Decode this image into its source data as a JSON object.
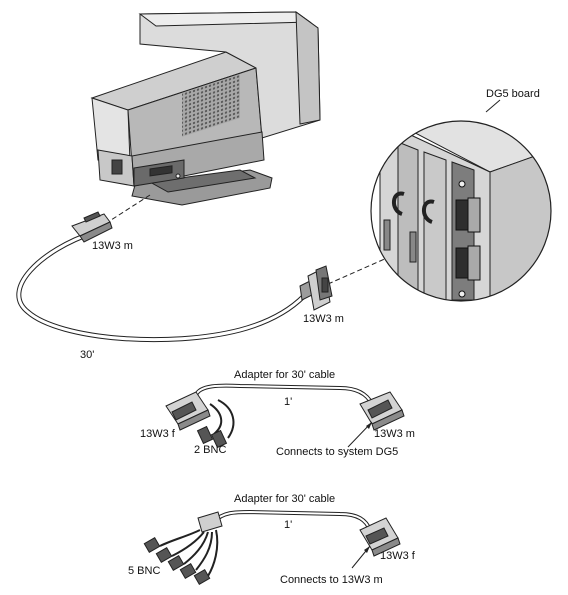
{
  "labels": {
    "dg5_board": "DG5 board",
    "monitor_connector": "13W3 m",
    "cable_far_connector": "13W3 m",
    "cable_length": "30'",
    "adapter1_title": "Adapter for 30' cable",
    "adapter1_length": "1'",
    "adapter1_left_connector": "13W3 f",
    "adapter1_bnc": "2 BNC",
    "adapter1_right_connector": "13W3 m",
    "adapter1_note": "Connects to system DG5",
    "adapter2_title": "Adapter for 30' cable",
    "adapter2_length": "1'",
    "adapter2_bnc": "5 BNC",
    "adapter2_right_connector": "13W3 f",
    "adapter2_note": "Connects to 13W3 m"
  },
  "colors": {
    "line": "#222222",
    "body_light": "#d4d4d4",
    "body_mid": "#b0b0b0",
    "body_dark": "#7a7a7a"
  }
}
